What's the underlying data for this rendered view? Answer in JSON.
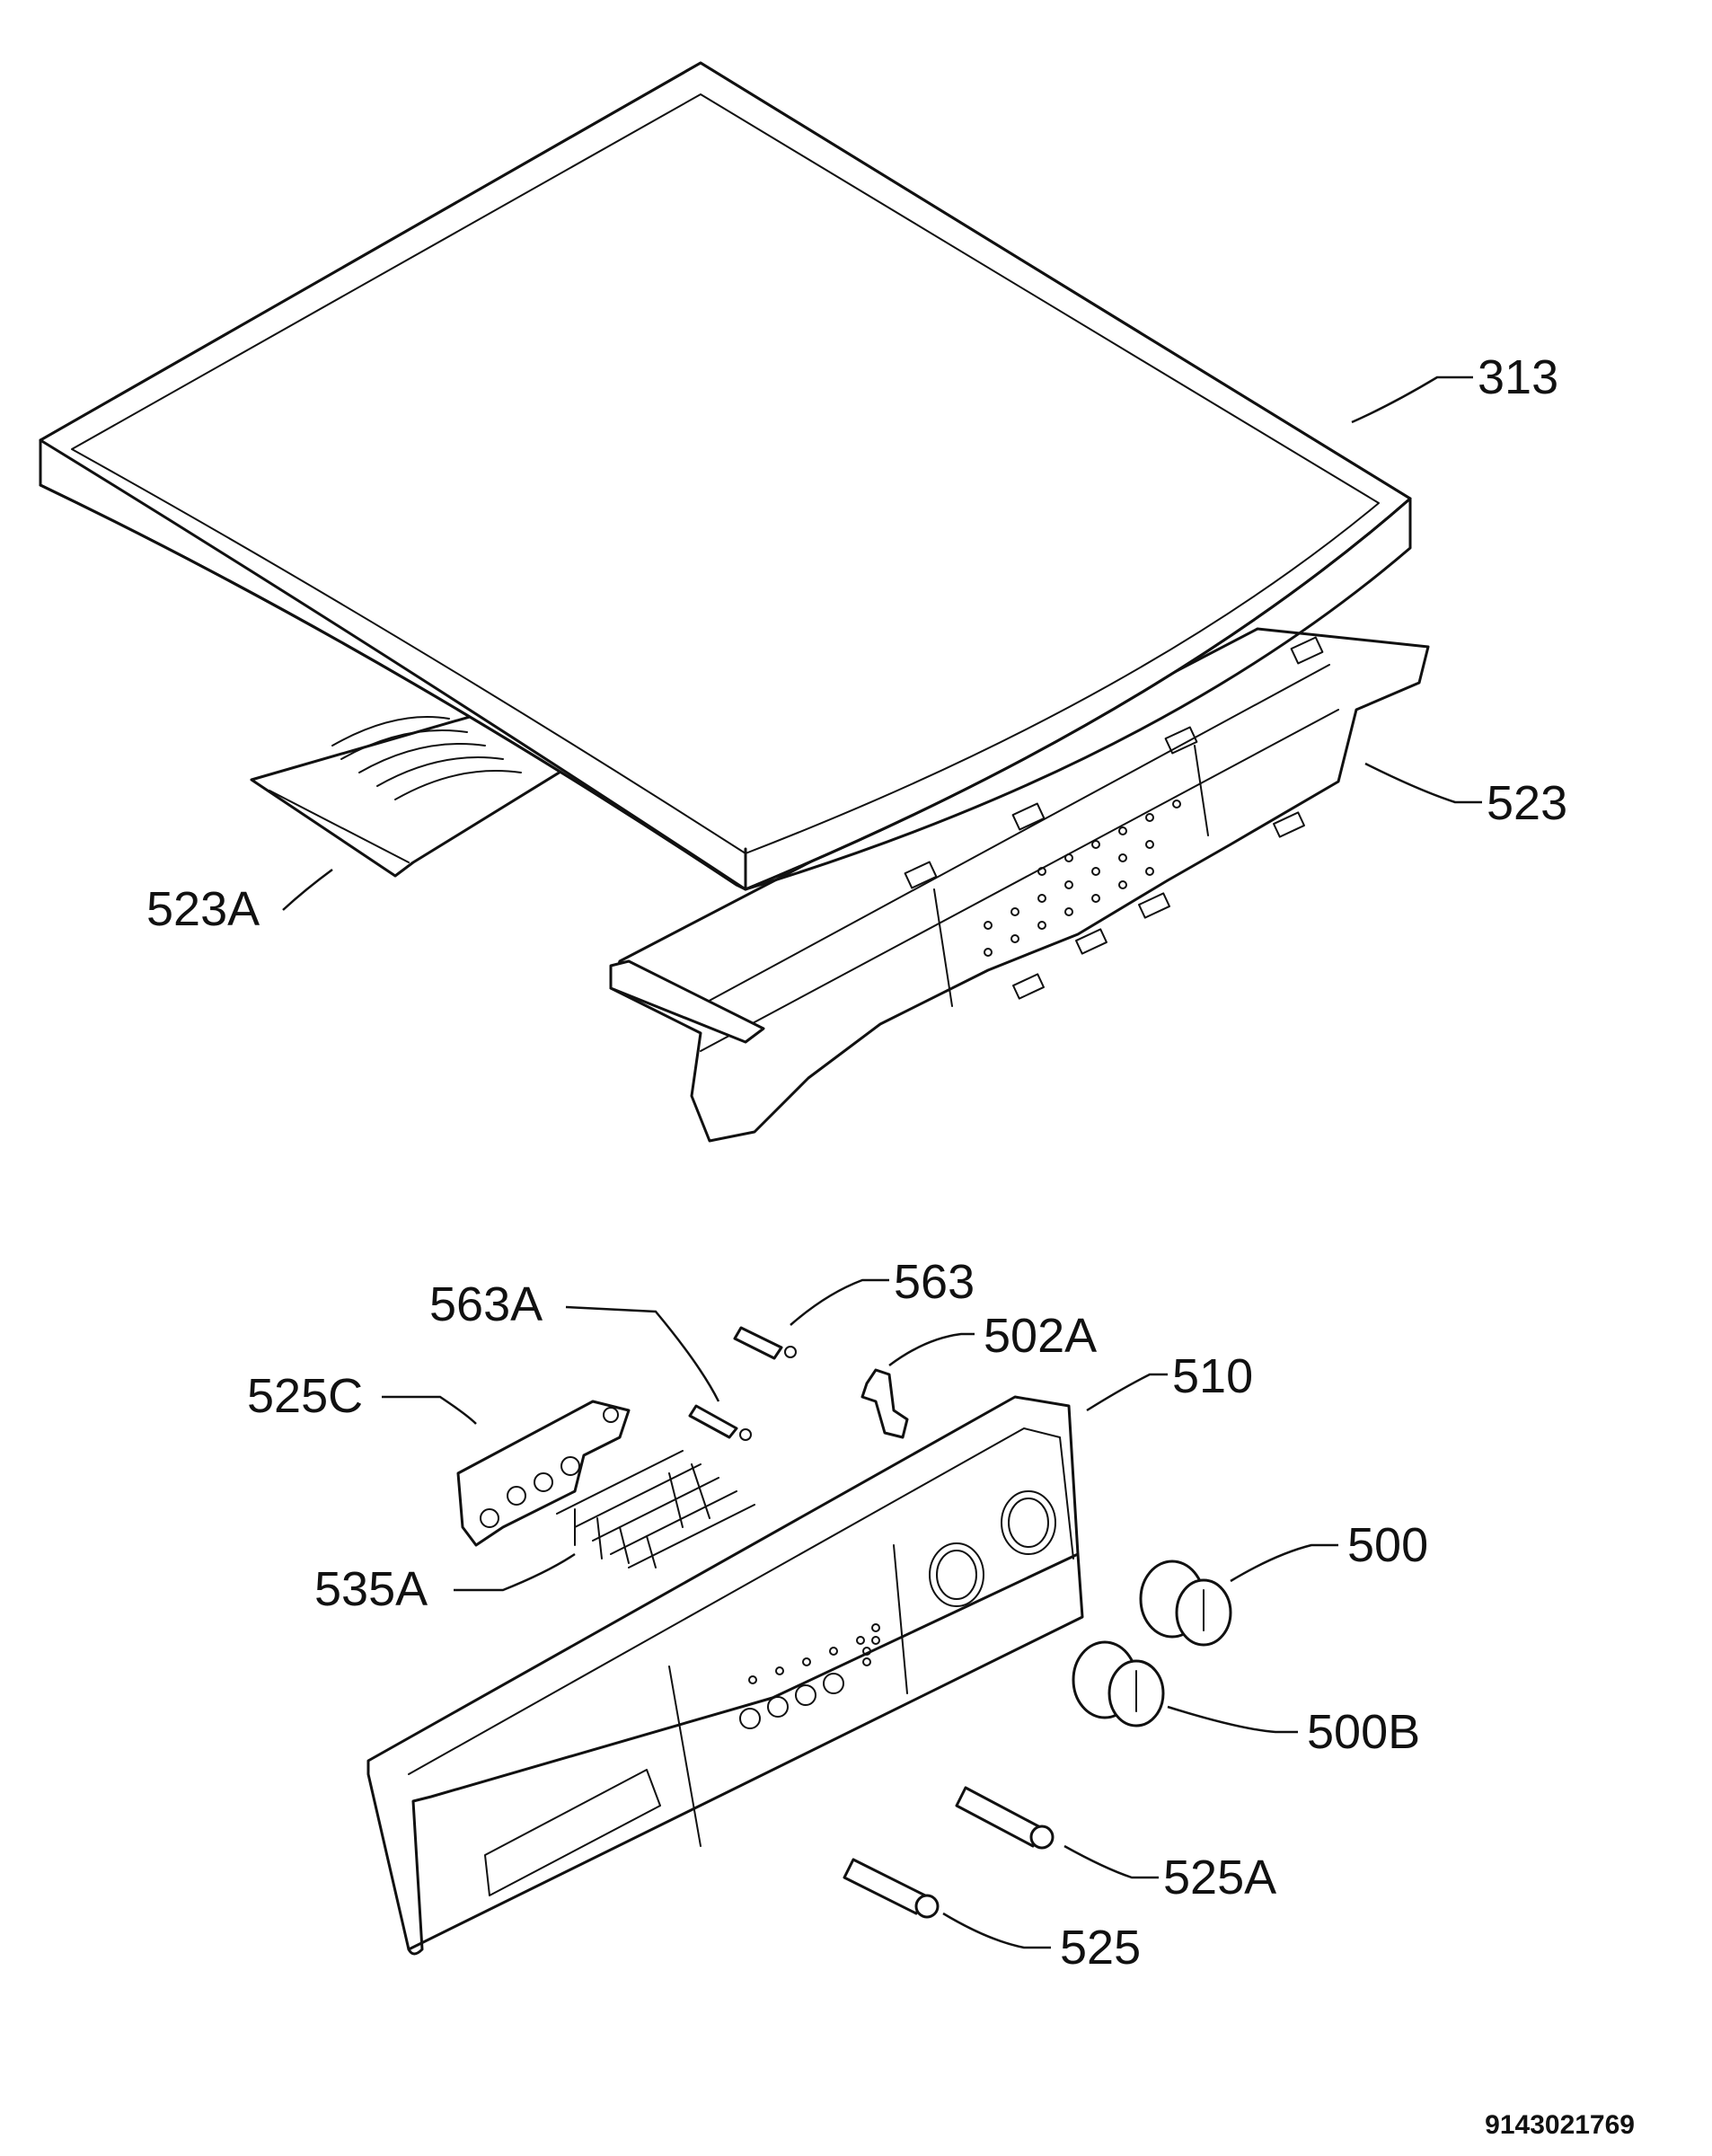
{
  "callouts": {
    "c313": "313",
    "c523": "523",
    "c523A": "523A",
    "c563": "563",
    "c563A": "563A",
    "c502A": "502A",
    "c525C": "525C",
    "c510": "510",
    "c535A": "535A",
    "c500": "500",
    "c500B": "500B",
    "c525A": "525A",
    "c525": "525"
  },
  "drawing_code": "9143021769"
}
